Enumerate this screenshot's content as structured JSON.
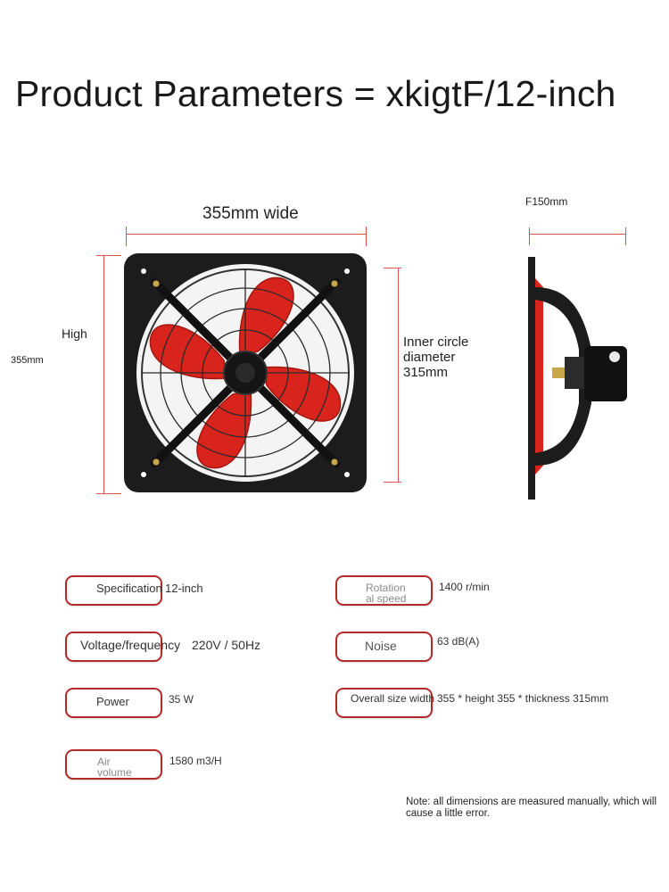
{
  "title": "Product Parameters = xkigtF/12-inch",
  "dimensions": {
    "width_label": "355mm wide",
    "high_label": "High",
    "high_value": "355mm",
    "inner_circle_label": "Inner circle diameter 315mm",
    "depth_label": "F150mm"
  },
  "colors": {
    "blade_red": "#d8241c",
    "frame_black": "#1c1c1c",
    "border_red": "#b22a2a",
    "dimension_line": "#d9534f"
  },
  "specs": {
    "specification": {
      "label": "Specification",
      "value": "12-inch"
    },
    "voltage": {
      "label": "Voltage/frequency",
      "value": "220V / 50Hz"
    },
    "power": {
      "label": "Power",
      "value": "35 W"
    },
    "air_volume": {
      "label_1": "Air",
      "label_2": "volume",
      "value": "1580 m3/H"
    },
    "rotation": {
      "label_1": "Rotation",
      "label_2": "al speed",
      "value": "1400 r/min"
    },
    "noise": {
      "label": "Noise",
      "value": "63 dB(A)"
    },
    "overall_size": {
      "label": "Overall size width",
      "value": "355 * height 355 * thickness 315mm"
    }
  },
  "note": "Note: all dimensions are measured manually, which will cause a little error."
}
